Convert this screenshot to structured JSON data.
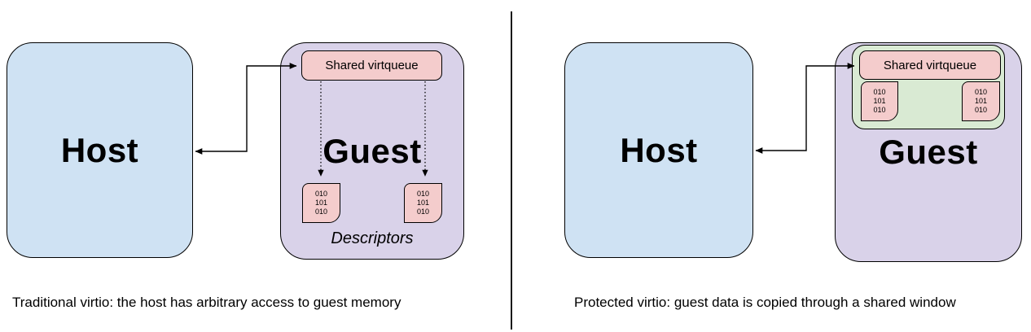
{
  "diagram": {
    "left": {
      "host_label": "Host",
      "guest_label": "Guest",
      "virtqueue_label": "Shared virtqueue",
      "descriptors_label": "Descriptors",
      "bit_boxes": [
        "010\n101\n010",
        "010\n101\n010"
      ],
      "caption": "Traditional virtio: the host has arbitrary access to guest memory"
    },
    "right": {
      "host_label": "Host",
      "guest_label": "Guest",
      "virtqueue_label": "Shared virtqueue",
      "bit_boxes": [
        "010\n101\n010",
        "010\n101\n010"
      ],
      "caption": "Protected virtio: guest data is copied through a shared window"
    },
    "colors": {
      "host-fill": "#cfe2f3",
      "guest-fill": "#d9d2e9",
      "virtqueue-fill": "#f4cccc",
      "window-fill": "#d9ead3",
      "border": "#000000"
    }
  }
}
